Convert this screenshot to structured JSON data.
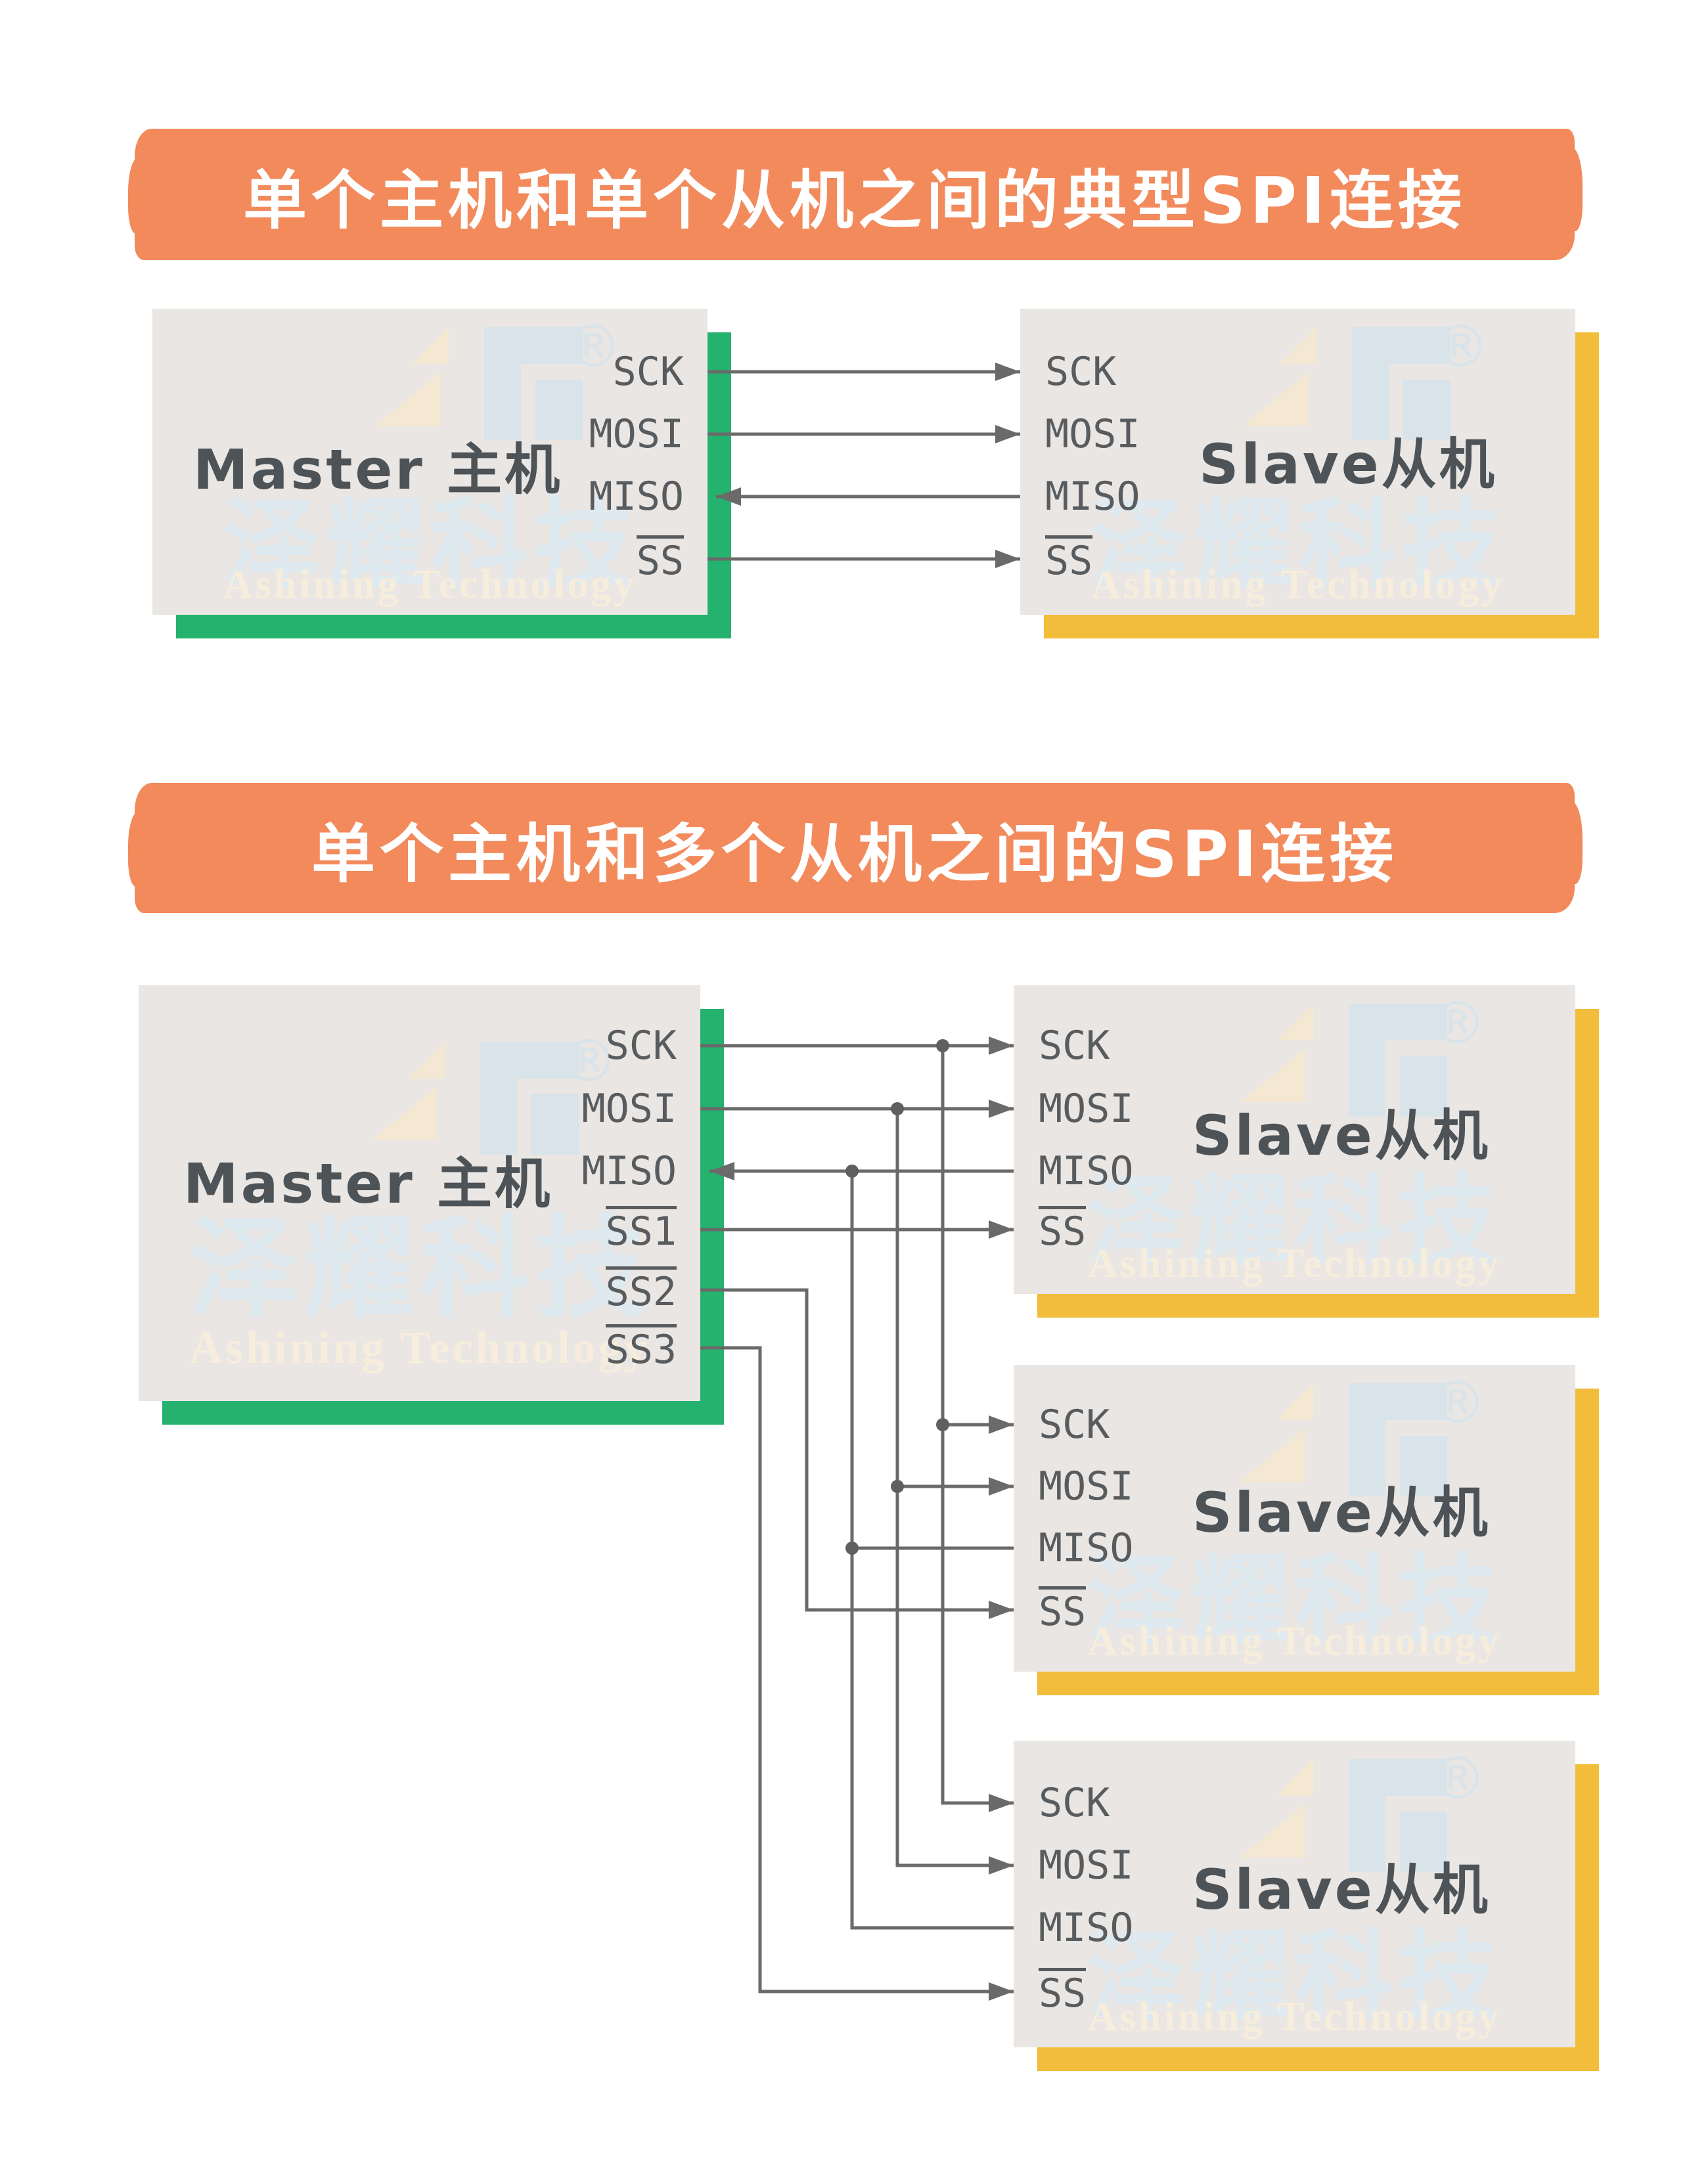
{
  "banner1": "单个主机和单个从机之间的典型SPI连接",
  "banner2": "单个主机和多个从机之间的SPI连接",
  "watermark": {
    "cn": "泽耀科技",
    "en": "Ashining Technology",
    "reg": "®"
  },
  "diagram1": {
    "master": {
      "title": "Master 主机",
      "pins": [
        "SCK",
        "MOSI",
        "MISO",
        "SS"
      ]
    },
    "slave": {
      "title": "Slave从机",
      "pins": [
        "SCK",
        "MOSI",
        "MISO",
        "SS"
      ]
    }
  },
  "diagram2": {
    "master": {
      "title": "Master 主机",
      "pins": [
        "SCK",
        "MOSI",
        "MISO",
        "SS1",
        "SS2",
        "SS3"
      ]
    },
    "slaves": [
      {
        "title": "Slave从机",
        "pins": [
          "SCK",
          "MOSI",
          "MISO",
          "SS"
        ]
      },
      {
        "title": "Slave从机",
        "pins": [
          "SCK",
          "MOSI",
          "MISO",
          "SS"
        ]
      },
      {
        "title": "Slave从机",
        "pins": [
          "SCK",
          "MOSI",
          "MISO",
          "SS"
        ]
      }
    ]
  },
  "colors": {
    "banner_orange": "#F28A5C",
    "master_shadow_green": "#25B26E",
    "slave_shadow_yellow": "#F2BD3B",
    "box_gray": "#E9E6E3",
    "wire_gray": "#6A6A6A",
    "pin_text": "#585C5F",
    "title_text": "#4D5357",
    "watermark_blue": "#DFE9F0",
    "watermark_cream": "#F7EDDC"
  }
}
